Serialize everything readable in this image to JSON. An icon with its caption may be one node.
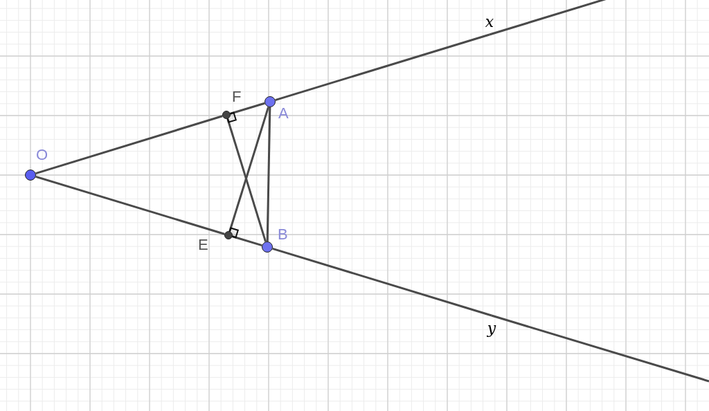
{
  "diagram": {
    "nodes": [
      {
        "text": [],
        "shape": "circle",
        "beside": [
          "O"
        ]
      },
      {
        "text": [],
        "shape": "circle",
        "beside": [
          "F"
        ]
      },
      {
        "text": [],
        "shape": "circle",
        "beside": [
          "A"
        ]
      },
      {
        "text": [],
        "shape": "circle",
        "beside": [
          "E"
        ]
      },
      {
        "text": [],
        "shape": "circle",
        "beside": [
          "B"
        ]
      },
      {
        "text": [
          "x"
        ]
      },
      {
        "text": [
          "y"
        ]
      }
    ],
    "edges": [
      {
        "from": 0,
        "to": 1,
        "arrow": "none"
      },
      {
        "from": 1,
        "to": 2,
        "arrow": "none"
      },
      {
        "from": 2,
        "to": 5,
        "arrow": "none"
      },
      {
        "from": 0,
        "to": 3,
        "arrow": "none"
      },
      {
        "from": 3,
        "to": 4,
        "arrow": "none"
      },
      {
        "from": 4,
        "to": 6,
        "arrow": "none"
      },
      {
        "from": 2,
        "to": 4,
        "arrow": "none"
      },
      {
        "from": 2,
        "to": 3,
        "arrow": "none"
      },
      {
        "from": 4,
        "to": 1,
        "arrow": "none"
      }
    ]
  }
}
